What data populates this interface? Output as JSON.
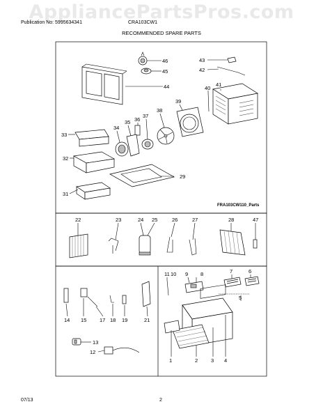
{
  "watermark": "AppliancePartsPros.com",
  "header": {
    "publication": "Publication No: 5995634341",
    "model": "CRA103CW1",
    "section_title": "RECOMMENDED SPARE PARTS"
  },
  "panels": {
    "top": {
      "caption": "FRA103CW110_Parts",
      "labels": [
        "46",
        "45",
        "44",
        "43",
        "42",
        "41",
        "40",
        "39",
        "38",
        "37",
        "36",
        "35",
        "34",
        "33",
        "32",
        "31",
        "29"
      ]
    },
    "middle": {
      "labels": [
        "22",
        "23",
        "24",
        "25",
        "26",
        "27",
        "28",
        "47"
      ]
    },
    "bottom": {
      "labels": [
        "14",
        "15",
        "17",
        "18",
        "19",
        "21",
        "13",
        "12",
        "11",
        "10",
        "9",
        "8",
        "7",
        "6",
        "5",
        "1",
        "2",
        "3",
        "4"
      ]
    }
  },
  "footer": {
    "date": "07/13",
    "page": "2"
  }
}
